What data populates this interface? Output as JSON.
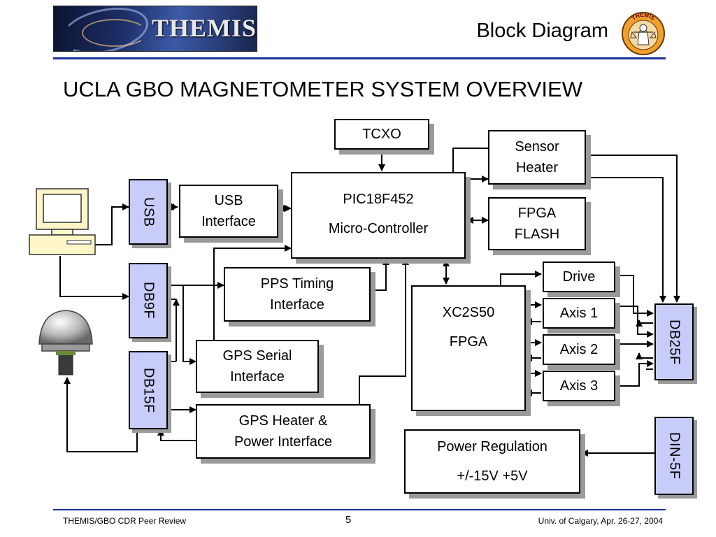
{
  "header": {
    "title": "Block Diagram",
    "logo_text": "THEMIS",
    "seal_text": "THEMIS"
  },
  "slide_title": "UCLA GBO MAGNETOMETER SYSTEM OVERVIEW",
  "blocks": {
    "tcxo": "TCXO",
    "sensor_heater": [
      "Sensor",
      "Heater"
    ],
    "usb_interface": [
      "USB",
      "Interface"
    ],
    "pic": [
      "PIC18F452",
      "Micro-Controller"
    ],
    "fpga_flash": [
      "FPGA",
      "FLASH"
    ],
    "pps_timing": [
      "PPS Timing",
      "Interface"
    ],
    "drive": "Drive",
    "axis1": "Axis 1",
    "axis2": "Axis 2",
    "axis3": "Axis 3",
    "fpga": [
      "XC2S50",
      "FPGA"
    ],
    "gps_serial": [
      "GPS Serial",
      "Interface"
    ],
    "gps_heater": [
      "GPS Heater &",
      "Power Interface"
    ],
    "power_regulation": [
      "Power Regulation",
      "+/-15V +5V"
    ]
  },
  "connectors": {
    "usb": "USB",
    "db9f": "DB9F",
    "db15f": "DB15F",
    "db25f": "DB25F",
    "din5f": "DIN-5F"
  },
  "icons": {
    "computer": "computer-icon",
    "gps_antenna": "gps-antenna-icon"
  },
  "colors": {
    "connector_fill": "#c8ccf9",
    "rule_color": "#1a2f9b",
    "shadow": "#9a9a9a"
  },
  "footer": {
    "left": "THEMIS/GBO CDR Peer Review",
    "page": "5",
    "right": "Univ. of Calgary, Apr. 26-27, 2004"
  }
}
